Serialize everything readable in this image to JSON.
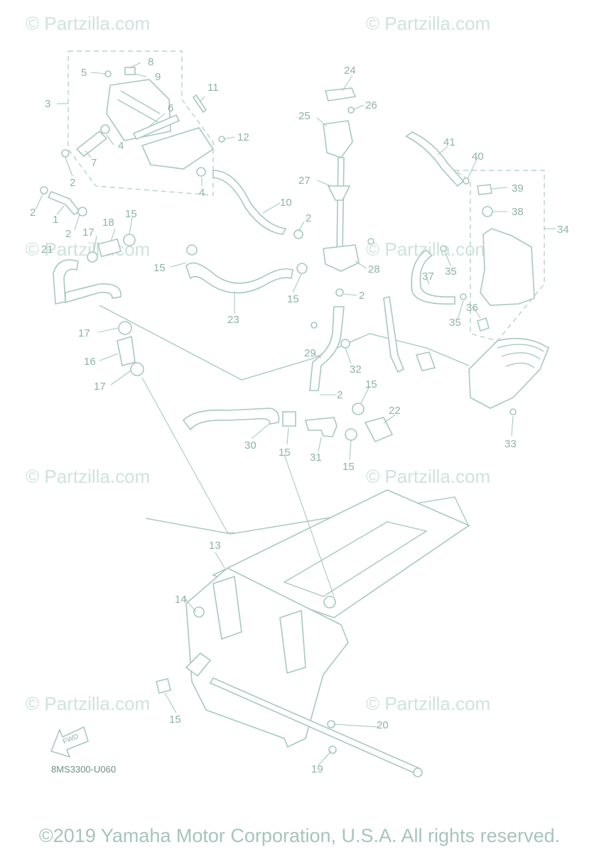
{
  "watermark": "© Partzilla.com",
  "diagram_code": "8MS3300-U060",
  "fwd_label": "FWD",
  "copyright": "©2019 Yamaha Motor Corporation, U.S.A. All rights reserved.",
  "callouts": {
    "c1": "1",
    "c2": "2",
    "c3": "3",
    "c4": "4",
    "c5": "5",
    "c6": "6",
    "c7": "7",
    "c8": "8",
    "c9": "9",
    "c10": "10",
    "c11": "11",
    "c12": "12",
    "c13": "13",
    "c14": "14",
    "c15": "15",
    "c16": "16",
    "c17": "17",
    "c18": "18",
    "c19": "19",
    "c20": "20",
    "c21": "21",
    "c22": "22",
    "c23": "23",
    "c24": "24",
    "c25": "25",
    "c26": "26",
    "c27": "27",
    "c28": "28",
    "c29": "29",
    "c30": "30",
    "c31": "31",
    "c32": "32",
    "c33": "33",
    "c34": "34",
    "c35": "35",
    "c36": "36",
    "c37": "37",
    "c38": "38",
    "c39": "39",
    "c40": "40",
    "c41": "41"
  }
}
